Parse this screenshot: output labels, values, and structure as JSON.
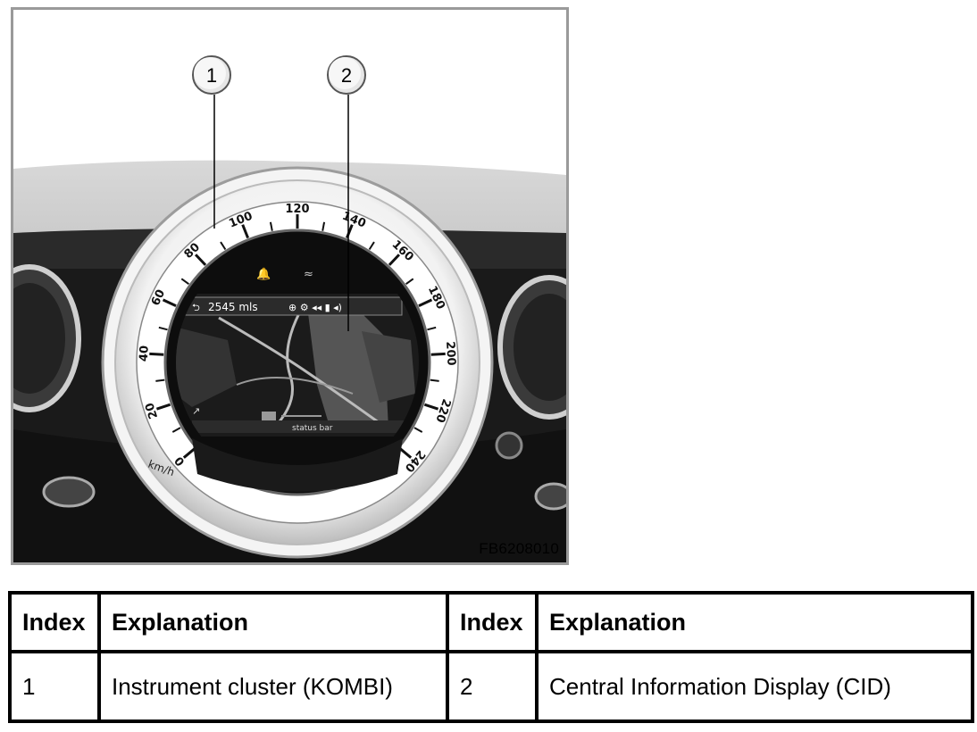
{
  "figure": {
    "code": "FB6208010",
    "callouts": [
      {
        "label": "1"
      },
      {
        "label": "2"
      }
    ],
    "speedometer_labels": [
      "0",
      "20",
      "40",
      "60",
      "80",
      "100",
      "120",
      "140",
      "160",
      "180",
      "200",
      "220",
      "240"
    ],
    "unit_label": "km/h",
    "cid": {
      "distance": "2545 mls",
      "status_bar": "status bar"
    }
  },
  "table": {
    "headers": [
      "Index",
      "Explanation",
      "Index",
      "Explanation"
    ],
    "rows": [
      [
        "1",
        "Instrument cluster (KOMBI)",
        "2",
        "Central Information Display (CID)"
      ]
    ]
  }
}
